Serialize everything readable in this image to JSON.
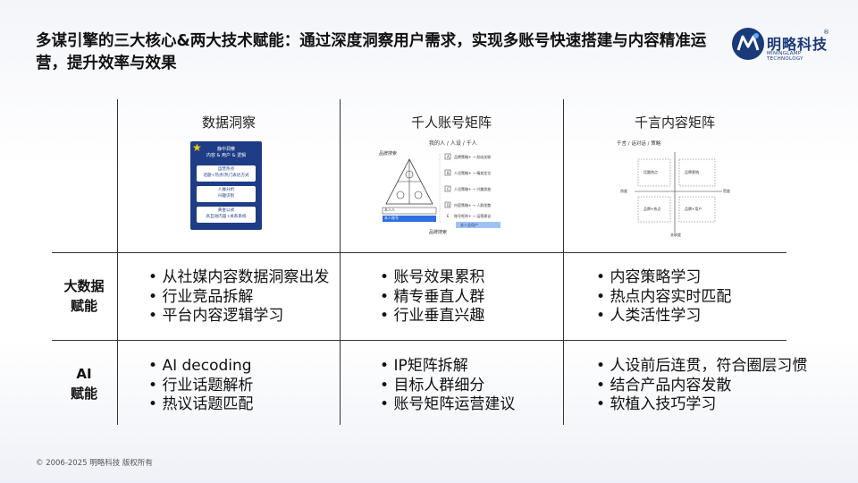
{
  "header": {
    "title": "多谋引擎的三大核心&两大技术赋能：通过深度洞察用户需求，实现多账号快速搭建与内容精准运营，提升效率与效果"
  },
  "logo": {
    "name_cn": "明略科技",
    "reg_mark": "®",
    "name_en": "MININGLAMP TECHNOLOGY"
  },
  "table": {
    "columns": [
      {
        "label": "数据洞察"
      },
      {
        "label": "千人账号矩阵"
      },
      {
        "label": "千言内容矩阵"
      }
    ],
    "rows": [
      {
        "label_line1": "大数据",
        "label_line2": "赋能",
        "cells": [
          [
            "从社媒内容数据洞察出发",
            "行业竞品拆解",
            "平台内容逻辑学习"
          ],
          [
            "账号效果累积",
            "精专垂直人群",
            "行业垂直兴趣"
          ],
          [
            "内容策略学习",
            "热点内容实时匹配",
            "人类活性学习"
          ]
        ]
      },
      {
        "label_line1": "AI",
        "label_line2": "赋能",
        "cells": [
          [
            "AI decoding",
            "行业话题解析",
            "热议话题匹配"
          ],
          [
            "IP矩阵拆解",
            "目标人群细分",
            "账号矩阵运营建议"
          ],
          [
            "人设前后连贯，符合圈层习惯",
            "结合产品内容发散",
            "软植入技巧学习"
          ]
        ]
      }
    ]
  },
  "thumb_data_insight": {
    "top_line1": "静中洞察",
    "top_line2": "内容 & 用户 & 逻辑",
    "boxes": [
      {
        "line1": "运营热点",
        "line2": "话题+热点/热门表达方式"
      },
      {
        "line1": "人群分析",
        "line2": "兴趣识别"
      },
      {
        "line1": "黄金公式",
        "line2": "高互动内容+关系系统"
      }
    ]
  },
  "thumb_accounts": {
    "header": "我的人 / 人设 / 千人",
    "top_tag": "品牌搜索",
    "bottom_tag": "品牌搜索",
    "labels": [
      "A",
      "B",
      "C",
      "D",
      "E"
    ],
    "rows": [
      "品牌策略+ → 形成关联",
      "人设策略+ → 精准定位",
      "人设策略+ → 兴趣投放",
      "内容策略+ → 人群发散",
      "账号矩阵+ → 运营建议"
    ],
    "footer_boxes": [
      "本人人",
      "本人账号",
      "本人总用户"
    ]
  },
  "thumb_content": {
    "header": "千言 / 话对话 / 策略",
    "axis_left": "热度",
    "axis_right": "密度",
    "axis_bottom": "关联度",
    "quads": [
      "话题热点",
      "品牌营销",
      "品牌+热点",
      "品牌+用户"
    ]
  },
  "footer": {
    "copyright": "© 2006-2025 明略科技 版权所有"
  },
  "colors": {
    "brand_navy": "#1f3d86",
    "star_yellow": "#f5d000",
    "thumb_blue": "#2d6fe0"
  }
}
